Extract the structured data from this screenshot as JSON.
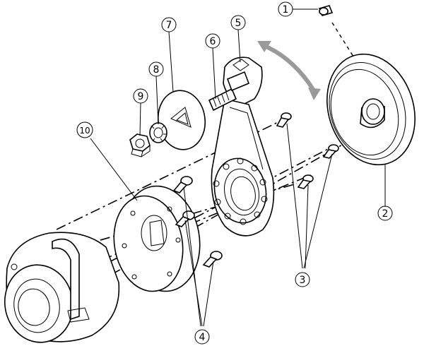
{
  "callouts": [
    {
      "id": "1",
      "label": "1"
    },
    {
      "id": "2",
      "label": "2"
    },
    {
      "id": "3",
      "label": "3"
    },
    {
      "id": "4",
      "label": "4"
    },
    {
      "id": "5",
      "label": "5"
    },
    {
      "id": "6",
      "label": "6"
    },
    {
      "id": "7",
      "label": "7"
    },
    {
      "id": "8",
      "label": "8"
    },
    {
      "id": "9",
      "label": "9"
    },
    {
      "id": "10",
      "label": "10"
    }
  ],
  "colors": {
    "line": "#000000",
    "background": "#ffffff",
    "rotation_arrow": "#9a9a9a"
  }
}
